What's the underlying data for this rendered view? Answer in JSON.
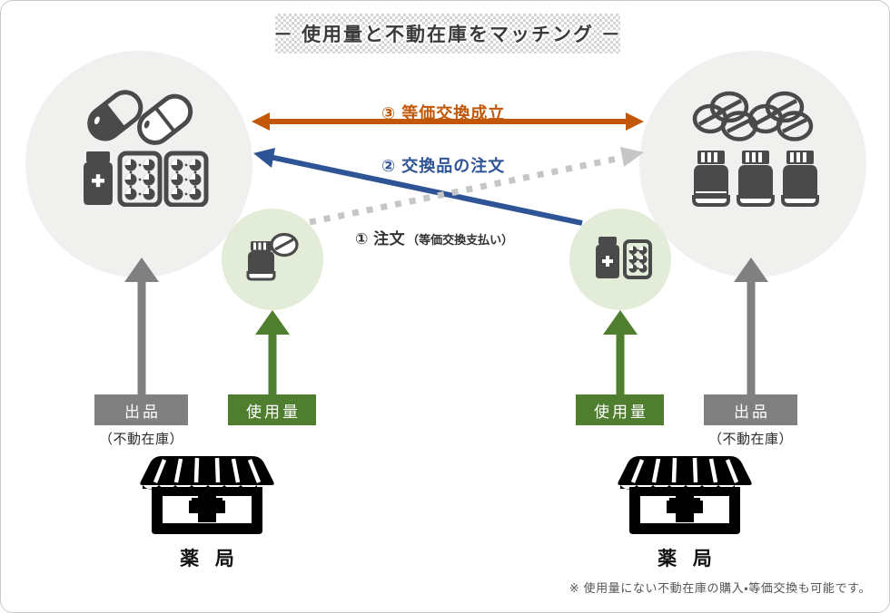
{
  "title": {
    "text": "－ 使用量と不動在庫をマッチング －"
  },
  "flow_labels": {
    "step1": "① 注文",
    "step1_note": "（等価交換支払い）",
    "step2": "② 交換品の注文",
    "step3": "③ 等価交換成立"
  },
  "left_side": {
    "stock_circle_icon": "capsules-bottle-blister-icon",
    "usage_circle_icon": "bottle-tablet-icon",
    "listing_box": "出品",
    "listing_caption": "（不動在庫）",
    "usage_box": "使用量",
    "pharmacy_icon": "pharmacy-shop-icon",
    "pharmacy_label": "薬 局"
  },
  "right_side": {
    "stock_circle_icon": "tablets-bottles-icon",
    "usage_circle_icon": "bottle-cross-blister-icon",
    "listing_box": "出品",
    "listing_caption": "（不動在庫）",
    "usage_box": "使用量",
    "pharmacy_icon": "pharmacy-shop-icon",
    "pharmacy_label": "薬 局"
  },
  "footnote": {
    "text": "※ 使用量にない不動在庫の購入・等価交換も可能です。"
  },
  "colors": {
    "orange_arrow": "#c25708",
    "blue_arrow": "#2e5496",
    "gray_arrow": "#808080",
    "green_arrow": "#4e7e2e",
    "dotted_arrow": "#c6c6c6",
    "big_circle_bg": "#f0f0ef",
    "small_circle_bg": "#e3ecd8",
    "icon_dark": "#4a4a4a"
  }
}
